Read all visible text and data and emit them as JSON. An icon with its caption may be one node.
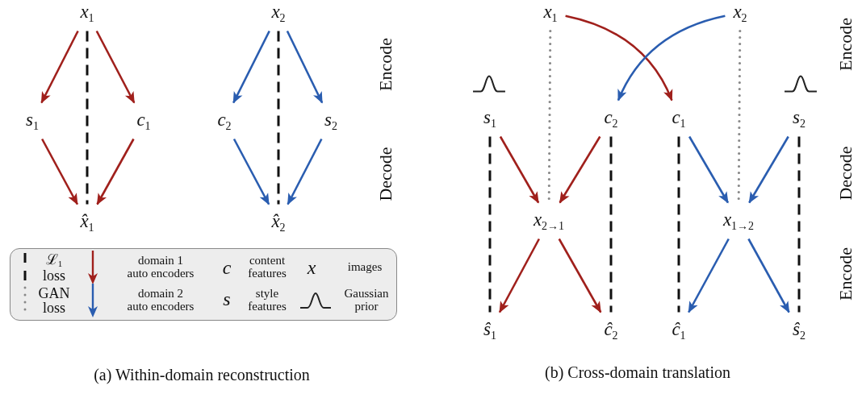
{
  "diagram": {
    "nodes": [
      {
        "text": [
          "x$_{1}$"
        ]
      },
      {
        "text": [
          "x$_{2}$"
        ]
      },
      {
        "text": [
          "s$_{1}$"
        ]
      },
      {
        "text": [
          "c$_{1}$"
        ]
      },
      {
        "text": [
          "c$_{2}$"
        ]
      },
      {
        "text": [
          "s$_{2}$"
        ]
      },
      {
        "text": [
          "x̂$_{1}$"
        ]
      },
      {
        "text": [
          "x̂$_{2}$"
        ]
      },
      {
        "text": [
          "x$_{1}$"
        ]
      },
      {
        "text": [
          "x$_{2}$"
        ]
      },
      {
        "text": [
          "s$_{1}$"
        ]
      },
      {
        "text": [
          "c$_{2}$"
        ]
      },
      {
        "text": [
          "c$_{1}$"
        ]
      },
      {
        "text": [
          "s$_{2}$"
        ]
      },
      {
        "text": [
          "x$_{2→1}$"
        ]
      },
      {
        "text": [
          "x$_{1→2}$"
        ]
      },
      {
        "text": [
          "ŝ$_{1}$"
        ]
      },
      {
        "text": [
          "ĉ$_{2}$"
        ]
      },
      {
        "text": [
          "ĉ$_{1}$"
        ]
      },
      {
        "text": [
          "ŝ$_{2}$"
        ]
      }
    ],
    "edges": [
      {
        "from": 0,
        "to": 2,
        "arrow": "to",
        "color": "#a0201c"
      },
      {
        "from": 0,
        "to": 3,
        "arrow": "to",
        "color": "#a0201c"
      },
      {
        "from": 2,
        "to": 6,
        "arrow": "to",
        "color": "#a0201c"
      },
      {
        "from": 3,
        "to": 6,
        "arrow": "to",
        "color": "#a0201c"
      },
      {
        "from": 0,
        "to": 6,
        "arrow": "none",
        "style": "dashed",
        "color": "#111111"
      },
      {
        "from": 1,
        "to": 4,
        "arrow": "to",
        "color": "#2a5db0"
      },
      {
        "from": 1,
        "to": 5,
        "arrow": "to",
        "color": "#2a5db0"
      },
      {
        "from": 4,
        "to": 7,
        "arrow": "to",
        "color": "#2a5db0"
      },
      {
        "from": 5,
        "to": 7,
        "arrow": "to",
        "color": "#2a5db0"
      },
      {
        "from": 1,
        "to": 7,
        "arrow": "none",
        "style": "dashed",
        "color": "#111111"
      },
      {
        "from": 8,
        "to": 12,
        "arrow": "to",
        "color": "#a0201c"
      },
      {
        "from": 9,
        "to": 11,
        "arrow": "to",
        "color": "#2a5db0"
      },
      {
        "from": 8,
        "to": 14,
        "arrow": "none",
        "style": "dashed",
        "color": "#888888"
      },
      {
        "from": 9,
        "to": 15,
        "arrow": "none",
        "style": "dashed",
        "color": "#888888"
      },
      {
        "from": 10,
        "to": 14,
        "arrow": "to",
        "color": "#a0201c"
      },
      {
        "from": 11,
        "to": 14,
        "arrow": "to",
        "color": "#a0201c"
      },
      {
        "from": 12,
        "to": 15,
        "arrow": "to",
        "color": "#2a5db0"
      },
      {
        "from": 13,
        "to": 15,
        "arrow": "to",
        "color": "#2a5db0"
      },
      {
        "from": 14,
        "to": 16,
        "arrow": "to",
        "color": "#a0201c"
      },
      {
        "from": 14,
        "to": 17,
        "arrow": "to",
        "color": "#a0201c"
      },
      {
        "from": 15,
        "to": 18,
        "arrow": "to",
        "color": "#2a5db0"
      },
      {
        "from": 15,
        "to": 19,
        "arrow": "to",
        "color": "#2a5db0"
      },
      {
        "from": 10,
        "to": 16,
        "arrow": "none",
        "style": "dashed",
        "color": "#111111"
      },
      {
        "from": 11,
        "to": 17,
        "arrow": "none",
        "style": "dashed",
        "color": "#111111"
      },
      {
        "from": 12,
        "to": 18,
        "arrow": "none",
        "style": "dashed",
        "color": "#111111"
      },
      {
        "from": 13,
        "to": 19,
        "arrow": "none",
        "style": "dashed",
        "color": "#111111"
      }
    ],
    "labels": [
      "Encode",
      "Decode",
      "Encode",
      "Decode",
      "Encode",
      "c",
      "x",
      "s",
      "(a) Within-domain reconstruction",
      "(b) Cross-domain translation"
    ],
    "legend": [
      {
        "text": "ℒ$_{1}$ loss"
      },
      {
        "text": "domain 1 auto encoders",
        "color": "#a0201c"
      },
      {
        "text": "content features"
      },
      {
        "text": "images"
      },
      {
        "text": "GAN loss"
      },
      {
        "text": "domain 2 auto encoders",
        "color": "#2a5db0"
      },
      {
        "text": "style features"
      },
      {
        "text": "Gaussian prior"
      }
    ]
  }
}
